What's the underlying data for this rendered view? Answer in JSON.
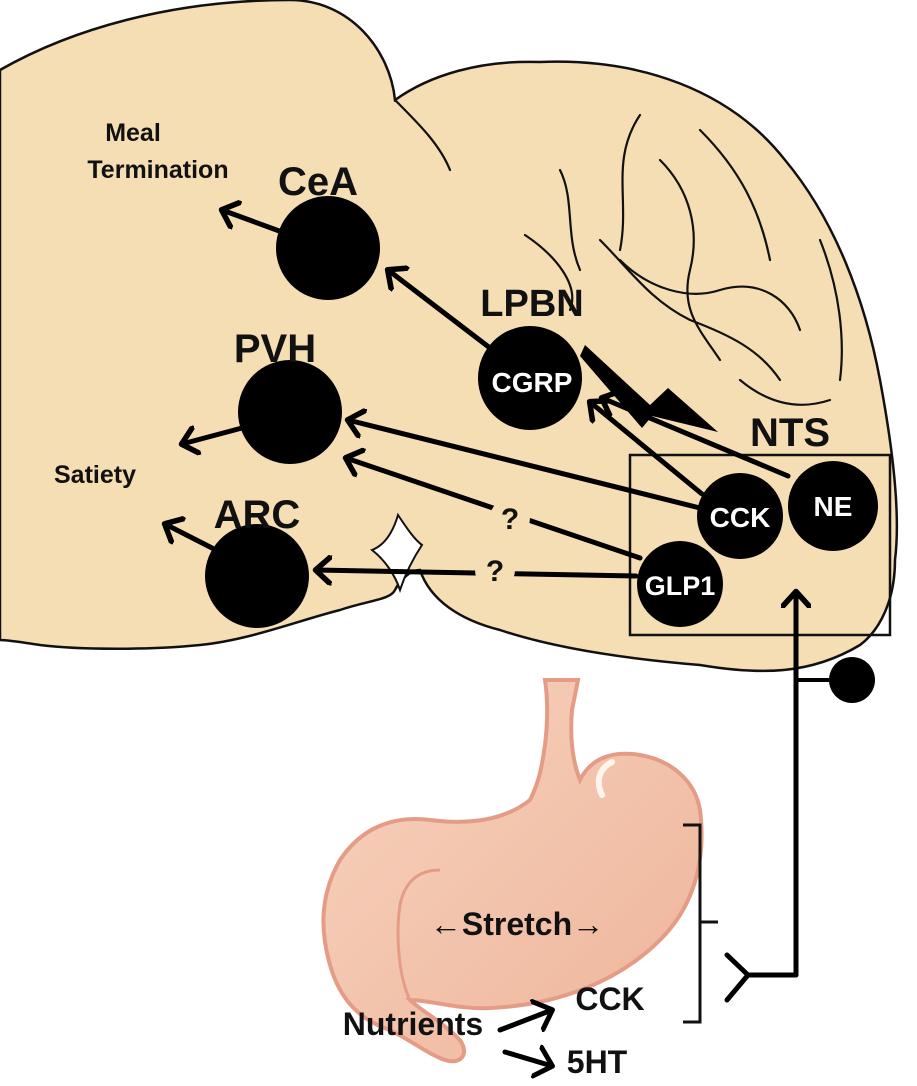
{
  "colors": {
    "brain_fill": "#f5deb3",
    "brain_outline": "#111111",
    "node_fill": "#000000",
    "stomach_fill": "#f2c2a8",
    "stomach_outline": "#e59c86"
  },
  "labels": {
    "meal_termination_line1": "Meal",
    "meal_termination_line2": "Termination",
    "satiety": "Satiety",
    "nts": "NTS",
    "lpbn": "LPBN",
    "stretch": "←Stretch→",
    "nutrients": "Nutrients",
    "gut_cck": "CCK",
    "gut_5ht": "5HT",
    "question_upper": "?",
    "question_lower": "?"
  },
  "nodes": {
    "cea": "CeA",
    "pvh": "PVH",
    "arc": "ARC",
    "cgrp": "CGRP",
    "cck": "CCK",
    "ne": "NE",
    "glp1": "GLP1"
  }
}
